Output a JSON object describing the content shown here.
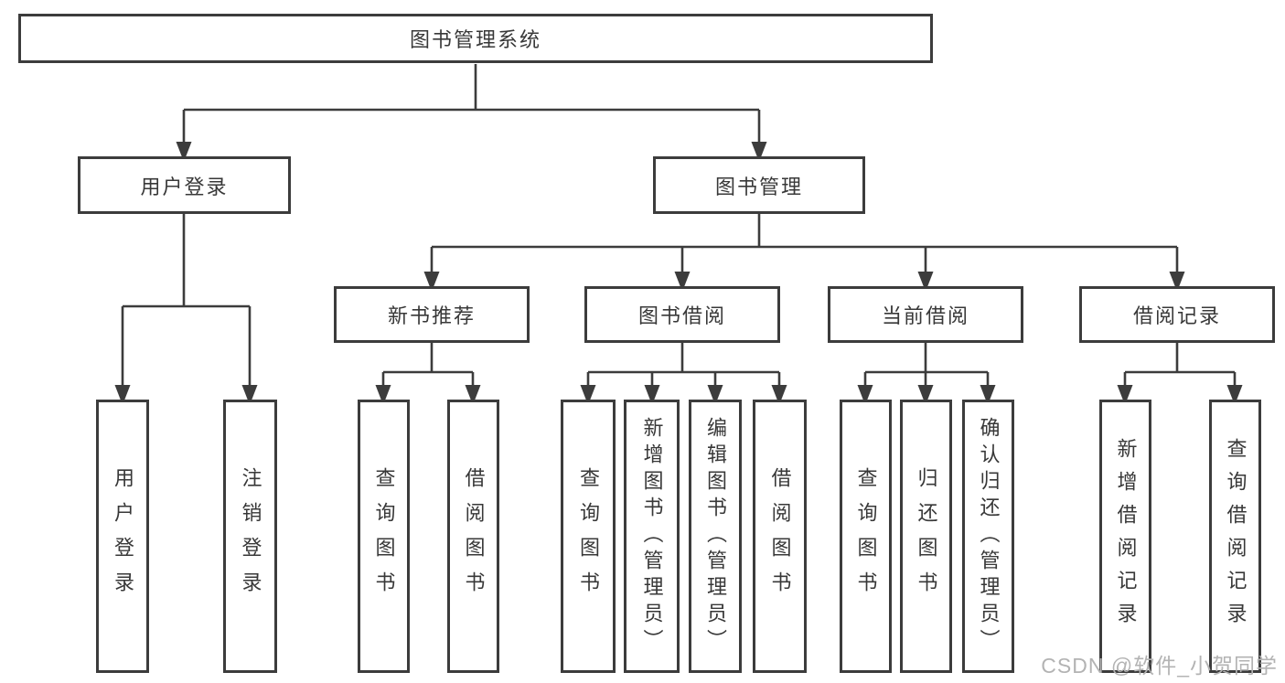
{
  "colors": {
    "line": "#3c3c3c",
    "text": "#383838",
    "watermark": "#b3b3b3",
    "background": "#ffffff"
  },
  "watermark": {
    "text": "CSDN @软件_小贺同学"
  },
  "tree": {
    "label": "图书管理系统",
    "children": [
      {
        "label": "用户登录",
        "children": [
          {
            "label": "用户登录"
          },
          {
            "label": "注销登录"
          }
        ]
      },
      {
        "label": "图书管理",
        "children": [
          {
            "label": "新书推荐",
            "children": [
              {
                "label": "查询图书"
              },
              {
                "label": "借阅图书"
              }
            ]
          },
          {
            "label": "图书借阅",
            "children": [
              {
                "label": "查询图书"
              },
              {
                "label": "新增图书（管理员）"
              },
              {
                "label": "编辑图书（管理员）"
              },
              {
                "label": "借阅图书"
              }
            ]
          },
          {
            "label": "当前借阅",
            "children": [
              {
                "label": "查询图书"
              },
              {
                "label": "归还图书"
              },
              {
                "label": "确认归还（管理员）"
              }
            ]
          },
          {
            "label": "借阅记录",
            "children": [
              {
                "label": "新增借阅记录"
              },
              {
                "label": "查询借阅记录"
              }
            ]
          }
        ]
      }
    ]
  }
}
